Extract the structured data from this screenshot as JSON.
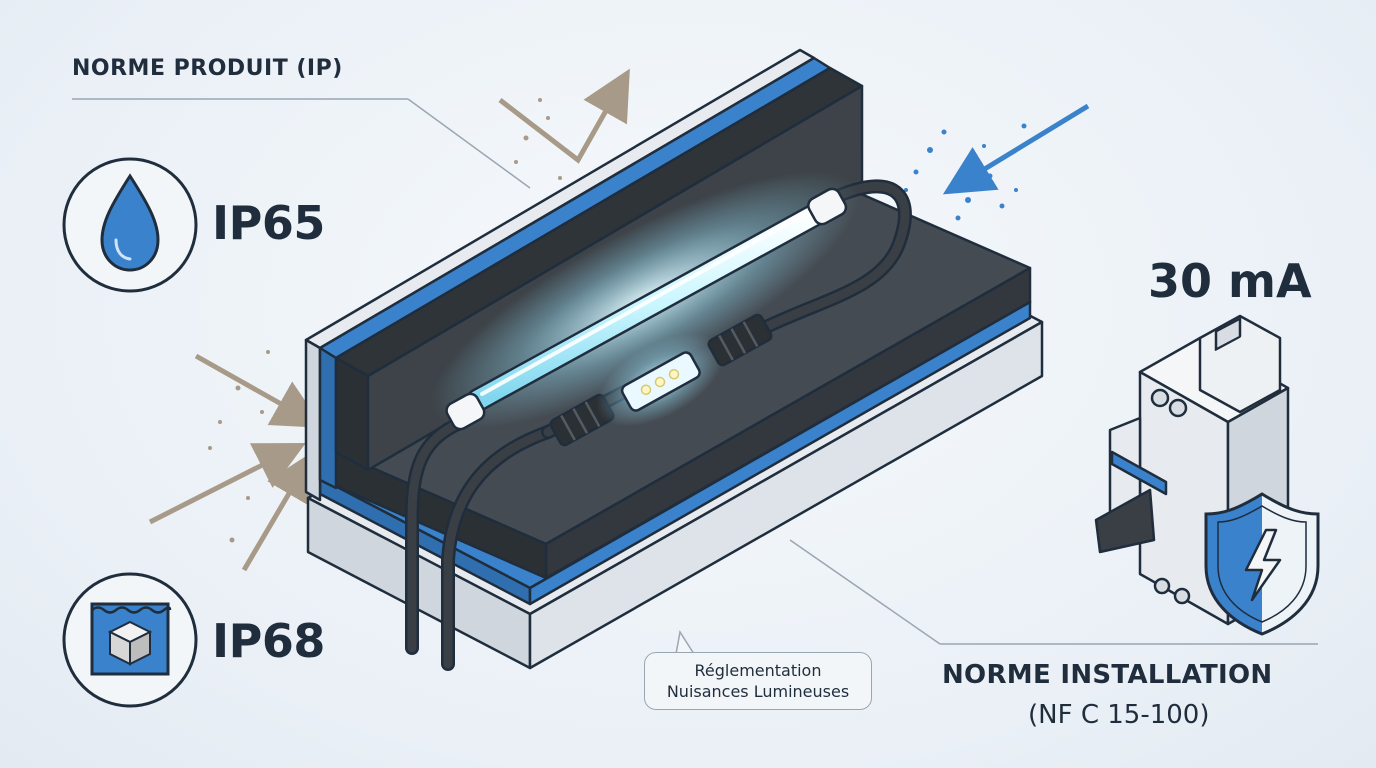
{
  "labels": {
    "norme_produit": "NORME PRODUIT (IP)",
    "ip65": "IP65",
    "ip68": "IP68",
    "courant": "30 mA",
    "norme_installation": "NORME INSTALLATION",
    "norme_installation_ref": "(NF C 15-100)",
    "reglementation_line1": "Réglementation",
    "reglementation_line2": "Nuisances Lumineuses"
  },
  "icons": {
    "ip65": "water-drop-icon",
    "ip68": "submerged-cube-icon",
    "protection": "shield-lightning-icon",
    "breaker": "circuit-breaker"
  },
  "colors": {
    "accent_blue": "#3b82cc",
    "dark_navy": "#1f2d3d",
    "panel_dark": "#3a3f45",
    "led_glow": "#bff3ff",
    "arrow_dust": "#a89a88"
  }
}
